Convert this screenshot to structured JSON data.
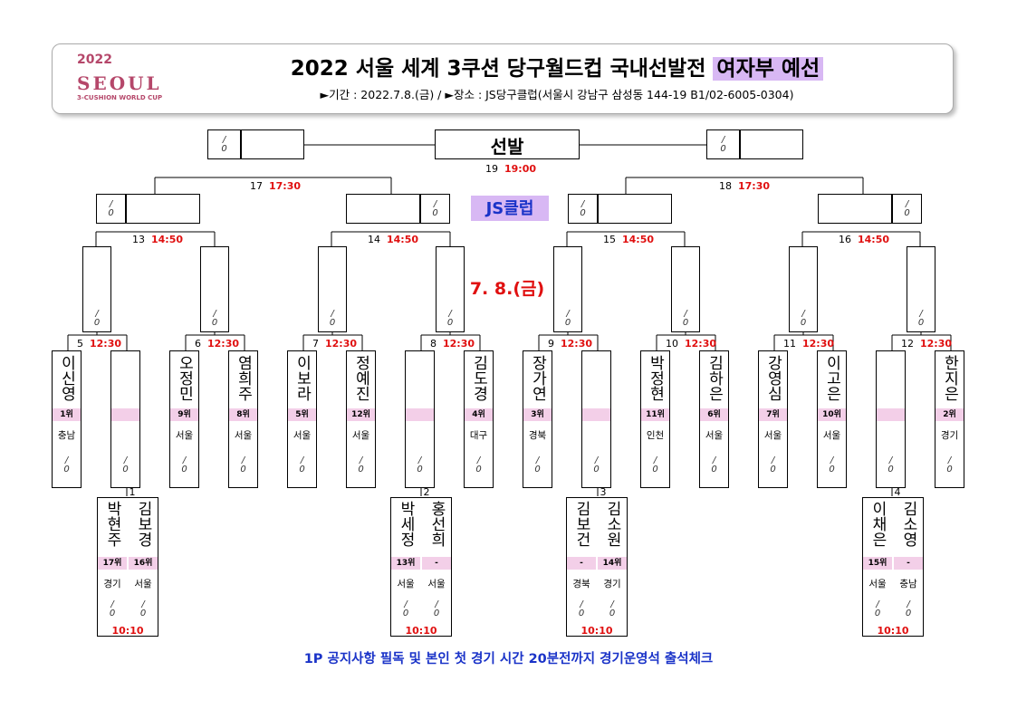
{
  "logo": {
    "year": "2022",
    "city": "SEOUL",
    "caption": "3-CUSHION WORLD CUP"
  },
  "header": {
    "title_main": "2022 서울 세계 3쿠션 당구월드컵 국내선발전",
    "title_highlight": "여자부 예선",
    "subtitle": "►기간 : 2022.7.8.(금) / ►장소 : JS당구클럽(서울시 강남구 삼성동 144-19 B1/02-6005-0304)"
  },
  "final": {
    "label": "선발",
    "match": "19",
    "time": "19:00"
  },
  "venue": "JS클럽",
  "date_label": "7. 8.(금)",
  "semi": [
    {
      "num": "17",
      "time": "17:30"
    },
    {
      "num": "18",
      "time": "17:30"
    }
  ],
  "quarter": [
    {
      "num": "13",
      "time": "14:50"
    },
    {
      "num": "14",
      "time": "14:50"
    },
    {
      "num": "15",
      "time": "14:50"
    },
    {
      "num": "16",
      "time": "14:50"
    }
  ],
  "round16": [
    {
      "num": "5",
      "time": "12:30",
      "a": {
        "name": "이신영",
        "rank": "1위",
        "region": "충남"
      },
      "b": {
        "name": "",
        "rank": "",
        "region": ""
      }
    },
    {
      "num": "6",
      "time": "12:30",
      "a": {
        "name": "오정민",
        "rank": "9위",
        "region": "서울"
      },
      "b": {
        "name": "염희주",
        "rank": "8위",
        "region": "서울"
      }
    },
    {
      "num": "7",
      "time": "12:30",
      "a": {
        "name": "이보라",
        "rank": "5위",
        "region": "서울"
      },
      "b": {
        "name": "정예진",
        "rank": "12위",
        "region": "서울"
      }
    },
    {
      "num": "8",
      "time": "12:30",
      "a": {
        "name": "",
        "rank": "",
        "region": ""
      },
      "b": {
        "name": "김도경",
        "rank": "4위",
        "region": "대구"
      }
    },
    {
      "num": "9",
      "time": "12:30",
      "a": {
        "name": "장가연",
        "rank": "3위",
        "region": "경북"
      },
      "b": {
        "name": "",
        "rank": "",
        "region": ""
      }
    },
    {
      "num": "10",
      "time": "12:30",
      "a": {
        "name": "박정현",
        "rank": "11위",
        "region": "인천"
      },
      "b": {
        "name": "김하은",
        "rank": "6위",
        "region": "서울"
      }
    },
    {
      "num": "11",
      "time": "12:30",
      "a": {
        "name": "강영심",
        "rank": "7위",
        "region": "서울"
      },
      "b": {
        "name": "이고은",
        "rank": "10위",
        "region": "서울"
      }
    },
    {
      "num": "12",
      "time": "12:30",
      "a": {
        "name": "",
        "rank": "",
        "region": ""
      },
      "b": {
        "name": "한지은",
        "rank": "2위",
        "region": "경기"
      }
    }
  ],
  "prelim": [
    {
      "num": "1",
      "time": "10:10",
      "a": {
        "name": "박현주",
        "rank": "17위",
        "region": "경기"
      },
      "b": {
        "name": "김보경",
        "rank": "16위",
        "region": "서울"
      }
    },
    {
      "num": "2",
      "time": "10:10",
      "a": {
        "name": "박세정",
        "rank": "13위",
        "region": "서울"
      },
      "b": {
        "name": "홍선희",
        "rank": "-",
        "region": "서울"
      }
    },
    {
      "num": "3",
      "time": "10:10",
      "a": {
        "name": "김보건",
        "rank": "-",
        "region": "경북"
      },
      "b": {
        "name": "김소원",
        "rank": "14위",
        "region": "경기"
      }
    },
    {
      "num": "4",
      "time": "10:10",
      "a": {
        "name": "이채은",
        "rank": "15위",
        "region": "서울"
      },
      "b": {
        "name": "김소영",
        "rank": "-",
        "region": "충남"
      }
    }
  ],
  "score_placeholder": "0",
  "notice": "1P 공지사항 필독 및 본인 첫 경기 시간 20분전까지 경기운영석 출석체크",
  "colors": {
    "time": "#e01010",
    "rank_bg": "#f3cfe8",
    "highlight": "#d8b8f4",
    "notice": "#1a33c8"
  }
}
